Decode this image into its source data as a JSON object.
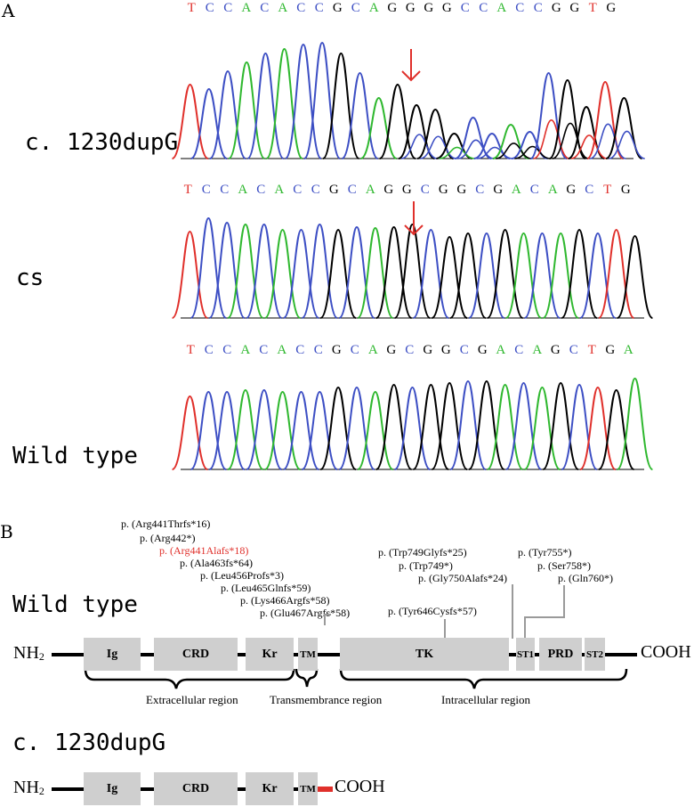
{
  "colors": {
    "T": "#e0302b",
    "C": "#3d4fc4",
    "A": "#2fb82f",
    "G": "#000000",
    "red": "#e0302b",
    "domain": "#cfcfcf"
  },
  "panel_a": {
    "label": "A",
    "traces": [
      {
        "label": "c. 1230dupG",
        "sequence": [
          "T",
          "C",
          "C",
          "A",
          "C",
          "A",
          "C",
          "C",
          "G",
          "C",
          "A",
          "G",
          "G",
          "G",
          "G",
          "C",
          "C",
          "A",
          "C",
          "C",
          "G",
          "G",
          "T",
          "G"
        ],
        "arrow": true
      },
      {
        "label": "cs",
        "sequence": [
          "T",
          "C",
          "C",
          "A",
          "C",
          "A",
          "C",
          "C",
          "G",
          "C",
          "A",
          "G",
          "G",
          "C",
          "G",
          "G",
          "C",
          "G",
          "A",
          "C",
          "A",
          "G",
          "C",
          "T",
          "G"
        ],
        "arrow": true
      },
      {
        "label": "Wild type",
        "sequence": [
          "T",
          "C",
          "C",
          "A",
          "C",
          "A",
          "C",
          "C",
          "G",
          "C",
          "A",
          "G",
          "C",
          "G",
          "G",
          "C",
          "G",
          "A",
          "C",
          "A",
          "G",
          "C",
          "T",
          "G",
          "A"
        ],
        "arrow": false
      }
    ]
  },
  "panel_b": {
    "label": "B",
    "wild_type_label": "Wild type",
    "mutant_label": "c. 1230dupG",
    "nh2": "NH",
    "nh2_sub": "2",
    "cooh": "COOH",
    "domains": [
      {
        "name": "Ig"
      },
      {
        "name": "CRD"
      },
      {
        "name": "Kr"
      },
      {
        "name": "TM"
      },
      {
        "name": "TK"
      },
      {
        "name": "ST1"
      },
      {
        "name": "PRD"
      },
      {
        "name": "ST2"
      }
    ],
    "mutant_domains": [
      {
        "name": "Ig"
      },
      {
        "name": "CRD"
      },
      {
        "name": "Kr"
      },
      {
        "name": "TM"
      }
    ],
    "regions": [
      "Extracellular region",
      "Transmembrance region",
      "Intracellular region"
    ],
    "mutations_left": [
      {
        "text": "p. (Arg441Thrfs*16)",
        "highlight": false
      },
      {
        "text": "p. (Arg442*)",
        "highlight": false
      },
      {
        "text": "p. (Arg441Alafs*18)",
        "highlight": true
      },
      {
        "text": "p. (Ala463fs*64)",
        "highlight": false
      },
      {
        "text": "p. (Leu456Profs*3)",
        "highlight": false
      },
      {
        "text": "p. (Leu465Glnfs*59)",
        "highlight": false
      },
      {
        "text": "p. (Lys466Argfs*58)",
        "highlight": false
      },
      {
        "text": "p. (Glu467Argfs*58)",
        "highlight": false
      }
    ],
    "mutations_mid": [
      {
        "text": "p. (Trp749Glyfs*25)"
      },
      {
        "text": "p. (Trp749*)"
      },
      {
        "text": "p. (Gly750Alafs*24)"
      },
      {
        "text": "p. (Tyr646Cysfs*57)"
      }
    ],
    "mutations_right": [
      {
        "text": "p. (Tyr755*)"
      },
      {
        "text": "p. (Ser758*)"
      },
      {
        "text": "p. (Gln760*)"
      }
    ]
  }
}
